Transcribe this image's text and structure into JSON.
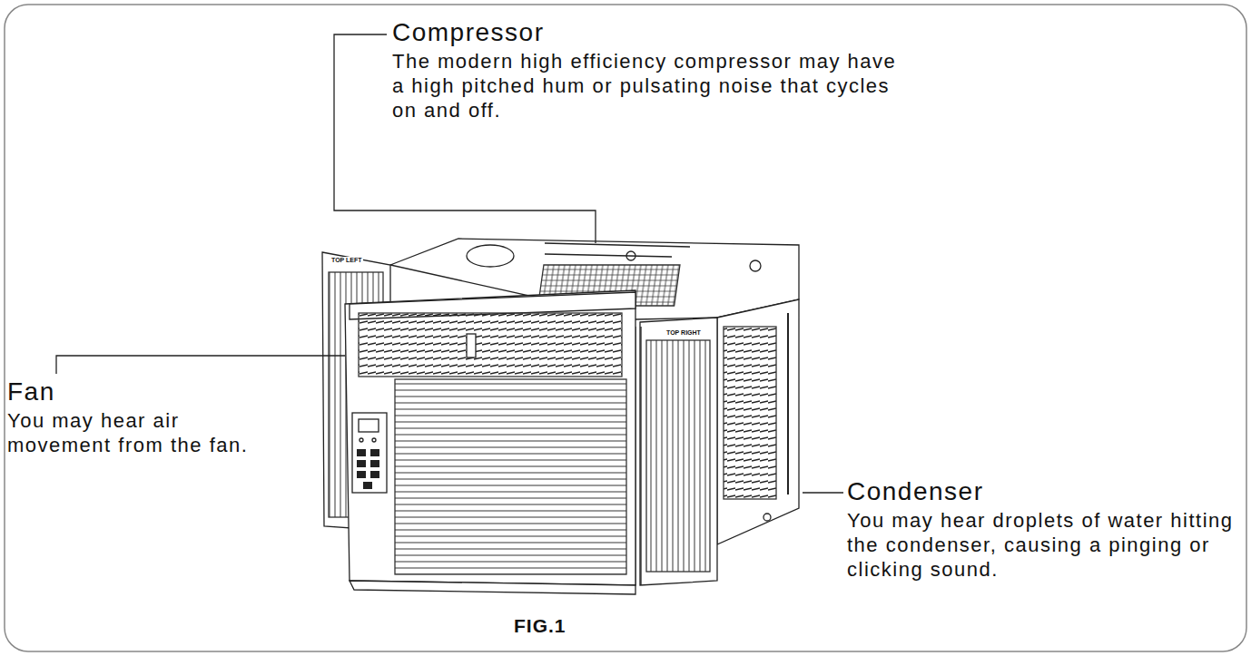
{
  "diagram": {
    "caption": "FIG.1",
    "labels": [
      "Compressor",
      "The modern high efficiency compressor may have a high pitched hum or pulsating noise that cycles on and off.",
      "Fan",
      "You may hear air movement from the fan.",
      "Condenser",
      "You may hear droplets of water hitting the condenser, causing a pinging or clicking sound.",
      "TOP LEFT",
      "TOP RIGHT"
    ]
  }
}
